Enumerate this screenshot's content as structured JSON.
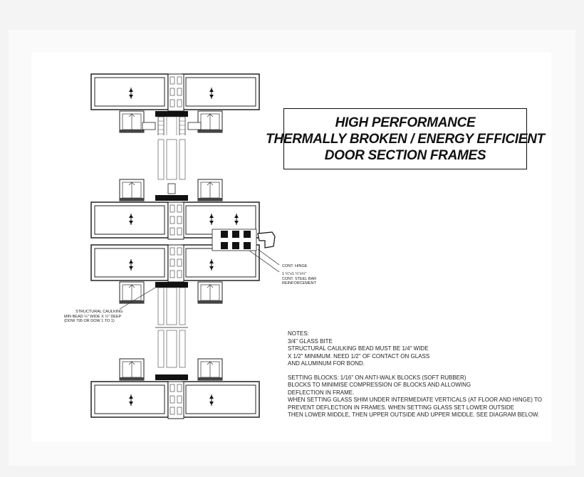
{
  "title": {
    "lines": [
      "HIGH PERFORMANCE",
      "THERMALLY BROKEN / ENERGY EFFICIENT",
      "DOOR SECTION FRAMES"
    ]
  },
  "labels": {
    "hinge": "CONT. HINGE",
    "steel_bar": [
      "1 ¼\"x1 ¼\"x¼\"",
      "CONT. STEEL BAR",
      "REINFORCEMENT"
    ],
    "caulking": [
      "STRUCTURAL CAULKING",
      "MIN BEAD ¼\" WIDE X ½\" DEEP",
      "(DOW 795 OR DOW 1 TO 1)"
    ]
  },
  "notes": {
    "heading": "NOTES:",
    "lines": [
      "3/4\" GLASS BITE",
      "STRUCTURAL CAULKING BEAD MUST BE 1/4\" WIDE",
      "X 1/2\" MINIMUM.  NEED 1/2\" OF CONTACT ON GLASS",
      "AND ALUMINUM FOR BOND."
    ],
    "setting_lines": [
      "SETTING BLOCKS:  1/16\" ON ANTI-WALK BLOCKS (SOFT RUBBER)",
      "BLOCKS TO MINIMISE COMPRESSION OF BLOCKS AND ALLOWING",
      "DEFLECTION IN FRAME.",
      "WHEN SETTING GLASS SHIM UNDER INTERMEDIATE VERTICALS (AT FLOOR AND HINGE) TO",
      "PREVENT DEFLECTION IN FRAMES.  WHEN SETTING GLASS SET LOWER OUTSIDE",
      "THEN LOWER MIDDLE, THEN UPPER OUTSIDE AND UPPER MIDDLE. SEE DIAGRAM BELOW."
    ]
  }
}
